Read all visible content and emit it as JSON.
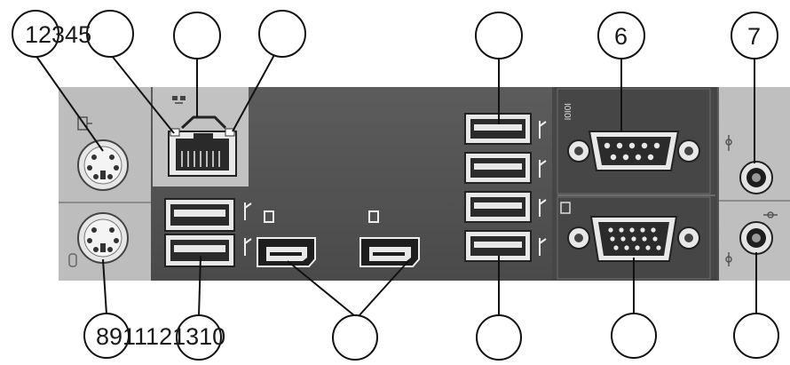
{
  "callouts_top": {
    "group_label": "12345",
    "port_6": "6",
    "port_7": "7"
  },
  "callouts_bottom": {
    "group_label": "8911121310"
  },
  "colors": {
    "panel": "#555555",
    "panel_dark": "#3f3f3f",
    "panel_light": "#b9b9b9",
    "port_dark": "#222222",
    "outline": "#111111",
    "circle_stroke": "#111111"
  },
  "icons": [
    "keyboard-icon",
    "mouse-icon",
    "network-icon",
    "usb-icon",
    "displayport-icon",
    "serial-port-icon",
    "vga-monitor-icon",
    "line-out-icon",
    "line-in-icon",
    "power-icon"
  ]
}
